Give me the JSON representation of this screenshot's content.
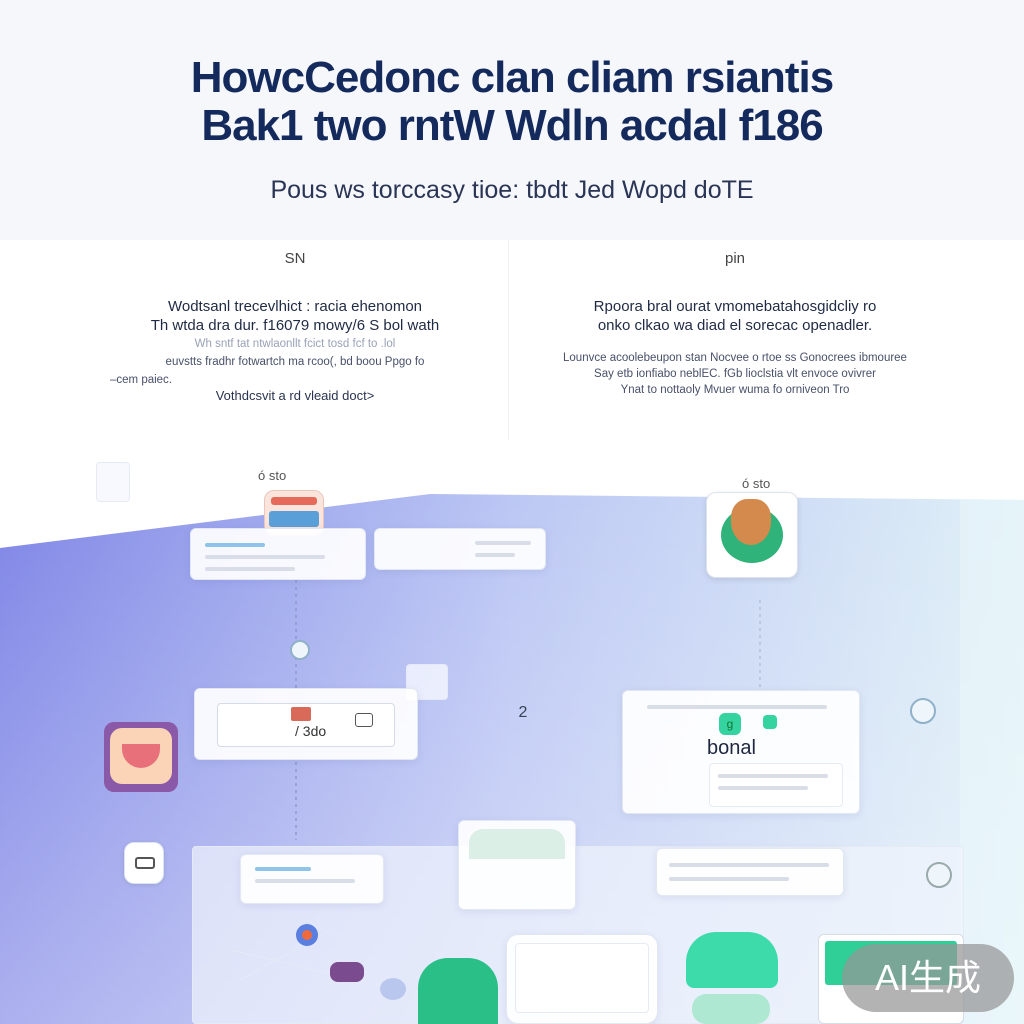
{
  "header": {
    "title_line1": "HowcCedonc clan cliam rsiantis",
    "title_line2": "Bak1 two rntW Wdln acdal f186",
    "subtitle": "Pous ws torccasy  tioe: tbdt Jed Wopd doTE"
  },
  "columns": {
    "left": {
      "label": "SN",
      "heading_line1": "Wodtsanl trecevlhict : racia ehenomon",
      "heading_line2": "Th wtda dra dur. f16079 mowy/6 S bol wath",
      "small_lines": [
        "Wh sntf tat ntwlaonllt fcict tosd fcf to .lol",
        "euvstts fradhr fotwartch ma rcoo(, bd boou Ppgo fo",
        "–cem paiec."
      ],
      "footer": "Vothdcsvit a rd vleaid doct>"
    },
    "right": {
      "label": "pin",
      "heading_line1": "Rpoora bral ourat vmomebatahosgidcliy ro",
      "heading_line2": "onko clkao wa diad el sorecac openadler.",
      "small_lines": [
        "Lounvce acoolebeupon stan Nocvee o rtoe ss Gonocrees ibmouree",
        "Say etb ionfiabo neblEC. fGb lioclstia vlt envoce ovivrer",
        "Ynat to nottaoly  Mvuer wuma fo orniveon Tro"
      ]
    }
  },
  "diagram": {
    "node_top_left_label": "ó sto",
    "node_top_right_label": "ó sto",
    "card_mid_left_value": "/ 3do",
    "badge_number": "2",
    "card_mid_right_label": "bonal",
    "node_icon_glyph": "g"
  },
  "colors": {
    "gradient_left": "#7f86e6",
    "gradient_mid": "#bcc7f4",
    "gradient_right": "#dff0f7",
    "accent_green": "#35d3a0",
    "accent_navy": "#142a5c"
  },
  "watermark": "AI生成"
}
